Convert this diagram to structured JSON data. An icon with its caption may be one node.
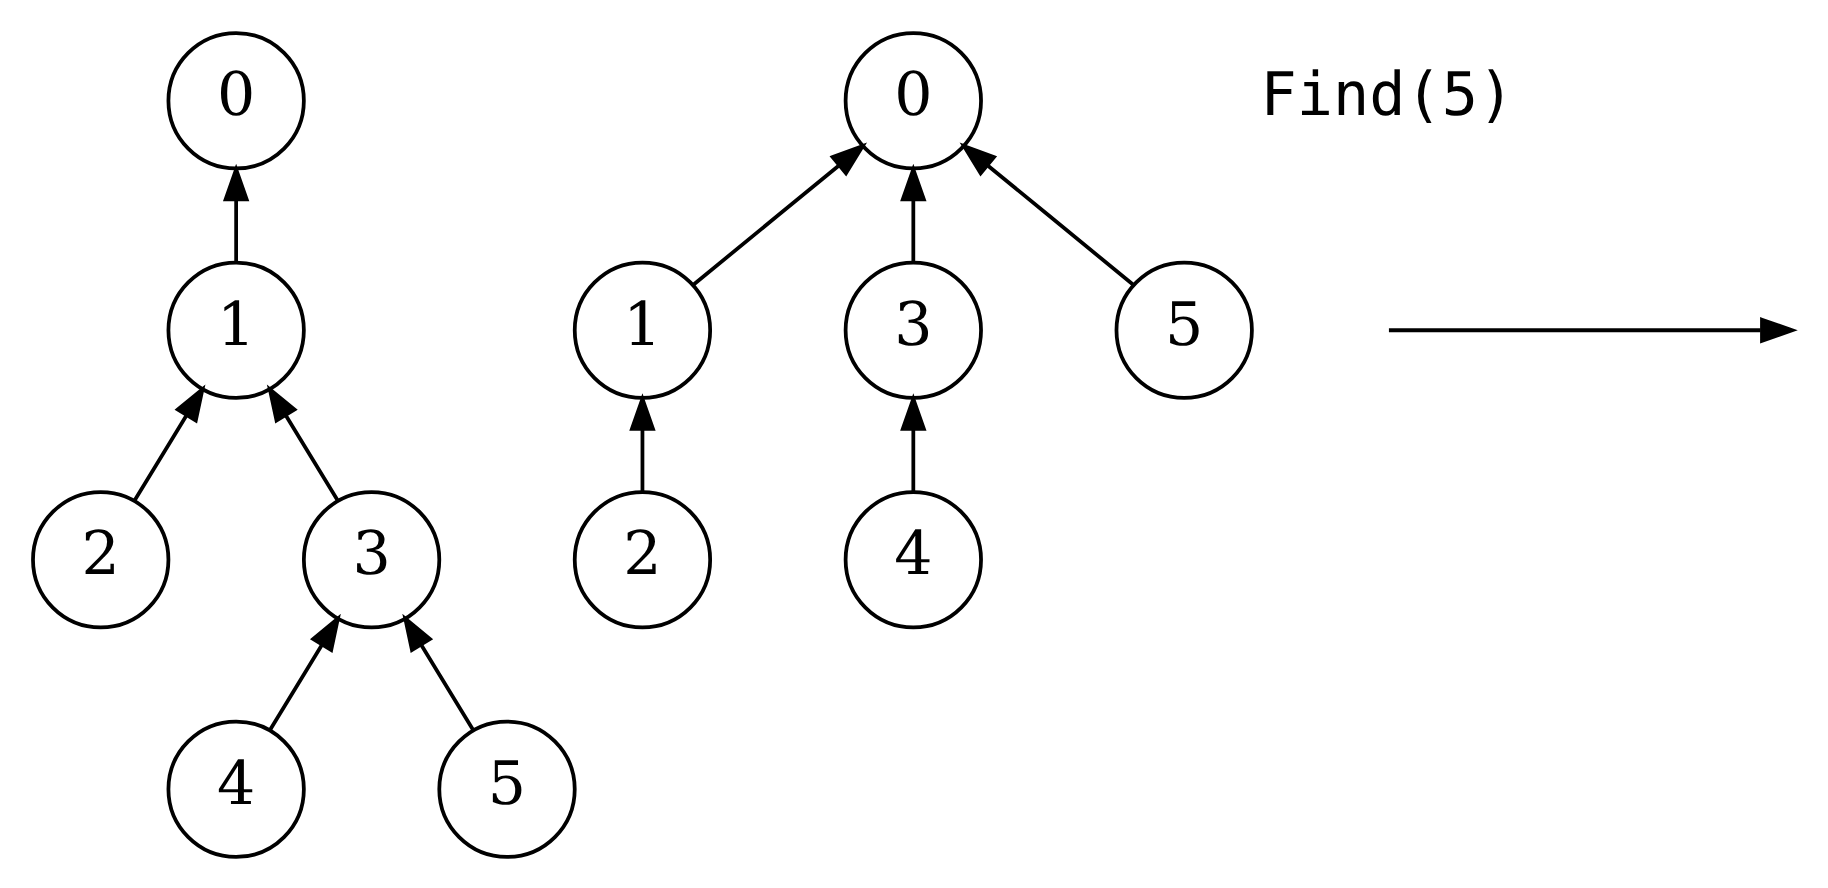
{
  "diagram": {
    "nodes": [
      {
        "text": [
          "0"
        ]
      },
      {
        "text": [
          "1"
        ]
      },
      {
        "text": [
          "2"
        ]
      },
      {
        "text": [
          "3"
        ]
      },
      {
        "text": [
          "4"
        ]
      },
      {
        "text": [
          "5"
        ]
      },
      {
        "text": [
          "0"
        ]
      },
      {
        "text": [
          "1"
        ]
      },
      {
        "text": [
          "3"
        ]
      },
      {
        "text": [
          "5"
        ]
      },
      {
        "text": [
          "2"
        ]
      },
      {
        "text": [
          "4"
        ]
      }
    ],
    "edges": [
      {
        "from": 1,
        "to": 0,
        "arrow": "to"
      },
      {
        "from": 2,
        "to": 1,
        "arrow": "to"
      },
      {
        "from": 3,
        "to": 1,
        "arrow": "to"
      },
      {
        "from": 4,
        "to": 3,
        "arrow": "to"
      },
      {
        "from": 5,
        "to": 3,
        "arrow": "to"
      },
      {
        "from": 7,
        "to": 6,
        "arrow": "to"
      },
      {
        "from": 8,
        "to": 6,
        "arrow": "to"
      },
      {
        "from": 9,
        "to": 6,
        "arrow": "to"
      },
      {
        "from": 10,
        "to": 7,
        "arrow": "to"
      },
      {
        "from": 11,
        "to": 8,
        "arrow": "to"
      }
    ],
    "labels": [
      "Find(5)"
    ]
  }
}
